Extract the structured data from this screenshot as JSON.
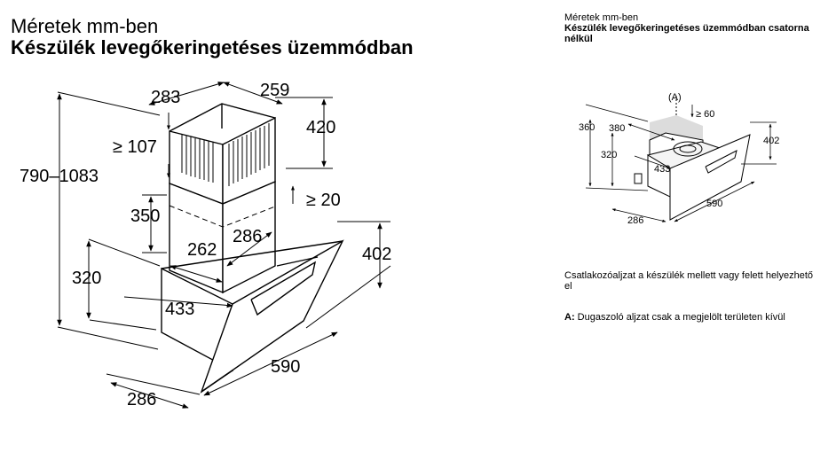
{
  "header": {
    "title": "Méretek mm-ben",
    "subtitle": "Készülék levegőkeringetéses üzemmódban"
  },
  "side_header": {
    "title": "Méretek mm-ben",
    "subtitle": "Készülék levegőkeringetéses üzemmódban csatorna nélkül"
  },
  "main_dims": {
    "width_top": "283",
    "depth_top": "259",
    "chimney_top": "420",
    "min_top": "≥ 107",
    "total_height": "790–1083",
    "chimney_mid": "350",
    "min_gap": "≥ 20",
    "inner_w": "262",
    "inner_d": "286",
    "body_h": "320",
    "right_h": "402",
    "body_w": "433",
    "front_w": "590",
    "bottom_d": "286"
  },
  "small_dims": {
    "a_label": "(A)",
    "gap": "≥ 60",
    "h360": "360",
    "w380": "380",
    "h320": "320",
    "w433": "433",
    "h402": "402",
    "w590": "590",
    "d286": "286"
  },
  "notes": {
    "outlet": "Csatlakozóaljzat a készülék mellett vagy felett helyezhető el",
    "a_label": "A:",
    "a_text": "Dugaszoló aljzat csak a megjelölt területen kívül"
  }
}
